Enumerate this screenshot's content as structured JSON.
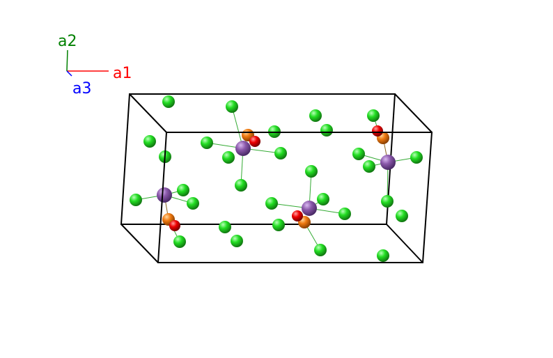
{
  "axes": {
    "a1": {
      "label": "a1",
      "color": "#ff0000"
    },
    "a2": {
      "label": "a2",
      "color": "#008000"
    },
    "a3": {
      "label": "a3",
      "color": "#0000ff"
    }
  },
  "colors": {
    "green_atom": "#22cc22",
    "purple_atom": "#8855aa",
    "orange_atom": "#ee7700",
    "red_atom": "#ee0000",
    "cell_edge": "#000000",
    "bond": "#33aa33"
  }
}
